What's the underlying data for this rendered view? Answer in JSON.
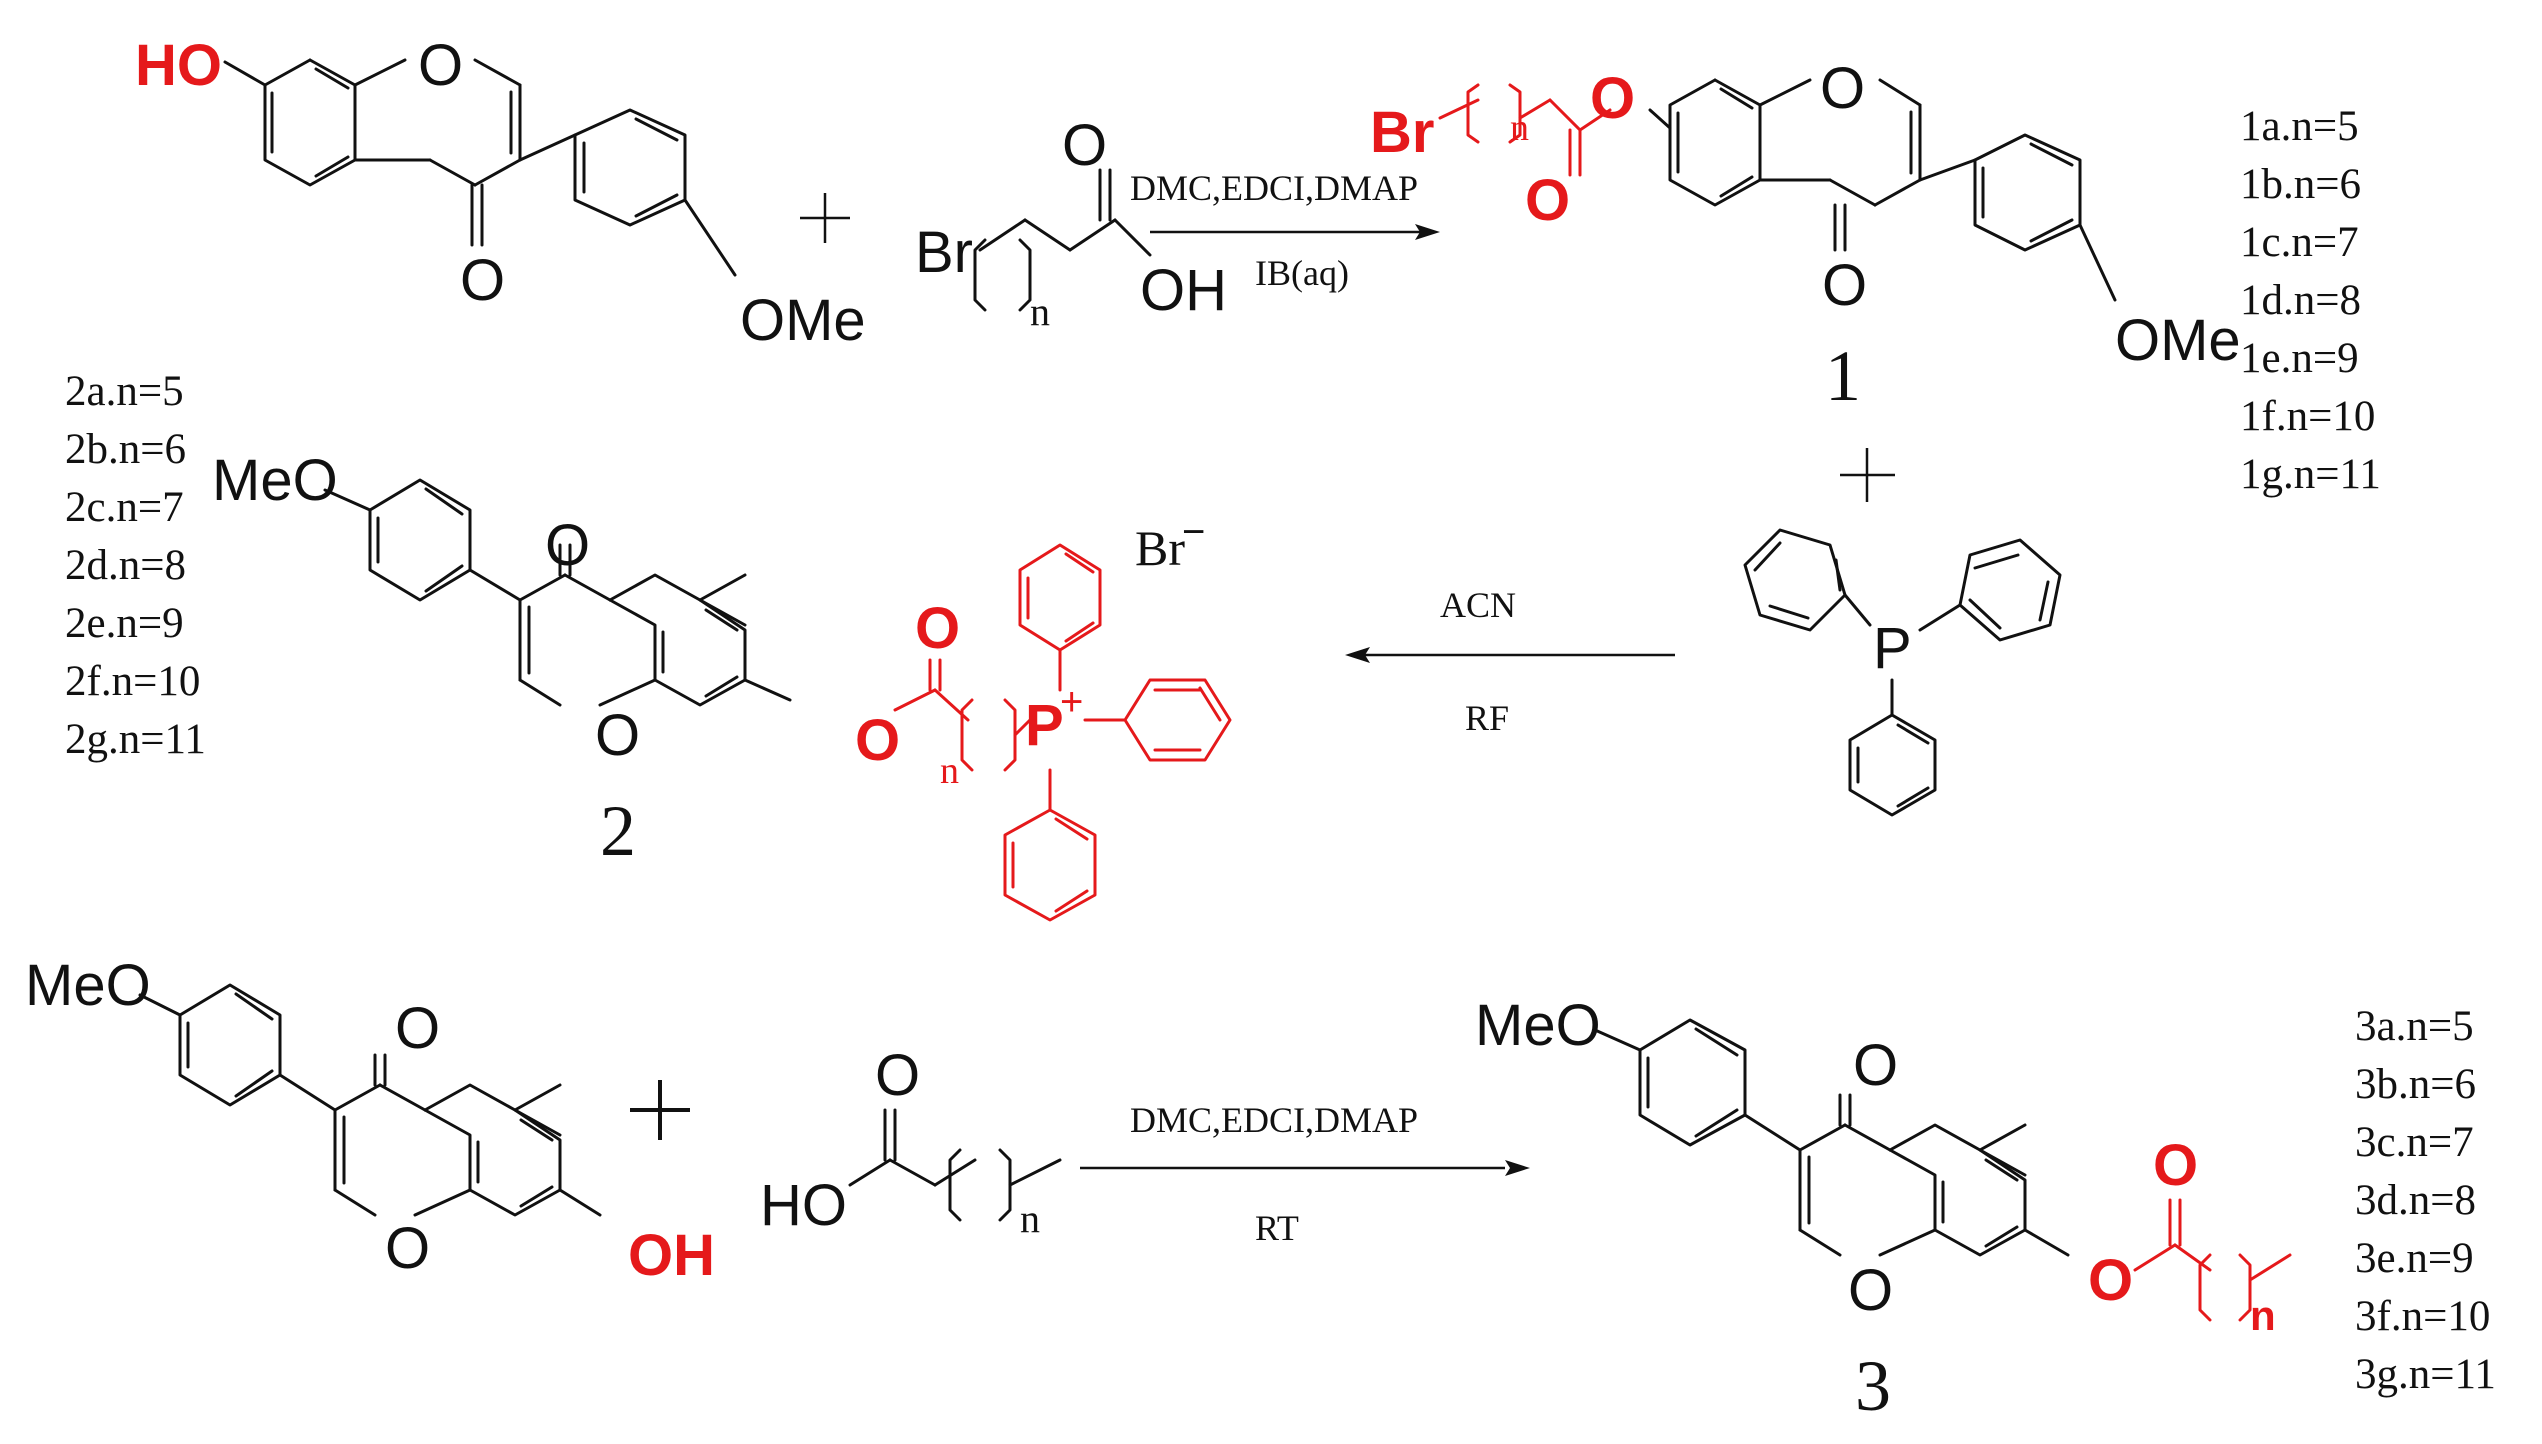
{
  "reaction1": {
    "reactant_labels": {
      "hydroxyl": "HO",
      "ring_oxygen": "O",
      "carbonyl_oxygen": "O",
      "methoxy": "OMe"
    },
    "acid_labels": {
      "bromo": "Br",
      "carbonyl_oxygen": "O",
      "hydroxyl": "OH",
      "repeat_n": "n"
    },
    "conditions_top": "DMC,EDCI,DMAP",
    "conditions_bottom": "IB(aq)",
    "product_labels": {
      "bromo": "Br",
      "repeat_n": "n",
      "ester_oxygen": "O",
      "ester_carbonyl": "O",
      "ring_oxygen": "O",
      "carbonyl_oxygen": "O",
      "methoxy": "OMe"
    },
    "product_number": "1",
    "series": [
      "1a.n=5",
      "1b.n=6",
      "1c.n=7",
      "1d.n=8",
      "1e.n=9",
      "1f.n=10",
      "1g.n=11"
    ]
  },
  "reaction2": {
    "phosphine_label": "P",
    "conditions_top": "ACN",
    "conditions_bottom": "RF",
    "product_labels": {
      "methoxy": "MeO",
      "carbonyl_oxygen": "O",
      "ring_oxygen": "O",
      "ester_oxygen": "O",
      "ester_carbonyl": "O",
      "repeat_n": "n",
      "phosphonium": "P",
      "plus_charge": "+",
      "counter_ion": "Br",
      "counter_charge": "−"
    },
    "product_number": "2",
    "series": [
      "2a.n=5",
      "2b.n=6",
      "2c.n=7",
      "2d.n=8",
      "2e.n=9",
      "2f.n=10",
      "2g.n=11"
    ]
  },
  "reaction3": {
    "reactant_labels": {
      "methoxy": "MeO",
      "carbonyl_oxygen": "O",
      "ring_oxygen": "O",
      "hydroxyl": "OH"
    },
    "acid_labels": {
      "carbonyl_oxygen": "O",
      "hydroxyl": "HO",
      "repeat_n": "n"
    },
    "conditions_top": "DMC,EDCI,DMAP",
    "conditions_bottom": "RT",
    "product_labels": {
      "methoxy": "MeO",
      "carbonyl_oxygen": "O",
      "ring_oxygen": "O",
      "ester_oxygen": "O",
      "ester_carbonyl": "O",
      "repeat_n": "n"
    },
    "product_number": "3",
    "series": [
      "3a.n=5",
      "3b.n=6",
      "3c.n=7",
      "3d.n=8",
      "3e.n=9",
      "3f.n=10",
      "3g.n=11"
    ]
  },
  "colors": {
    "bond": "#111111",
    "highlight": "#e5191b",
    "background": "#ffffff"
  }
}
